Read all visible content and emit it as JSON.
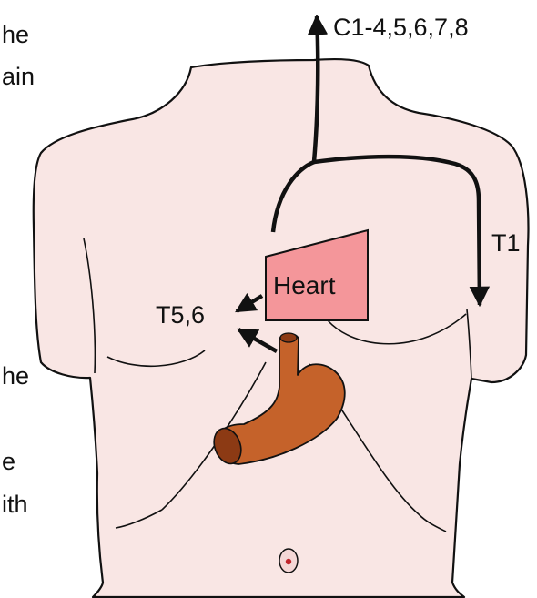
{
  "labels": {
    "dermatomes": "C1-4,5,6,7,8",
    "t1": "T1",
    "t56": "T5,6",
    "heart": "Heart"
  },
  "cropped_text": [
    "he",
    "ain",
    "he",
    "e",
    "ith"
  ],
  "colors": {
    "skin": "#f9e6e4",
    "outline": "#111111",
    "heart": "#f4969a",
    "stomach": "#c5622a",
    "stomach_dark": "#8c3a14",
    "navel": "#c0262d"
  }
}
